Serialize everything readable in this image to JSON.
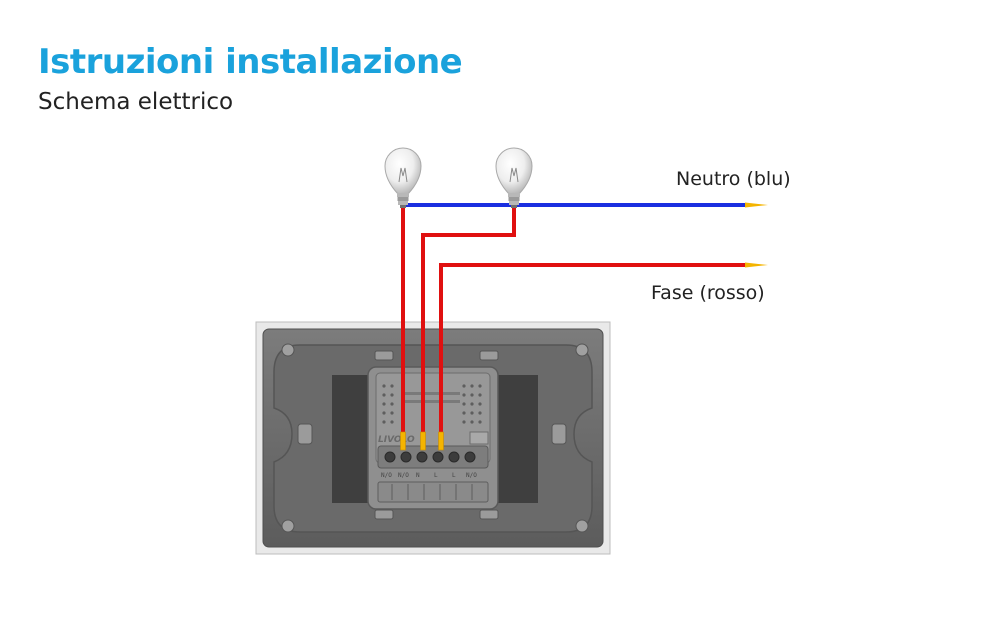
{
  "header": {
    "title": "Istruzioni installazione",
    "subtitle": "Schema elettrico"
  },
  "wires": {
    "neutral_label": "Neutro (blu)",
    "phase_label": "Fase (rosso)"
  },
  "device": {
    "brand": "LIVOLO",
    "terminals": [
      "N/O",
      "N/O",
      "N",
      "L",
      "L",
      "N/O"
    ]
  },
  "colors": {
    "title": "#1aa2dc",
    "neutral": "#1a2ee0",
    "phase": "#e01010",
    "wire_tip": "#f4b400",
    "frame": "#6d6d6d",
    "module": "#8a8a8a"
  },
  "icons": {
    "lamp": "light-bulb-icon",
    "mount": "wall-plate-icon"
  }
}
